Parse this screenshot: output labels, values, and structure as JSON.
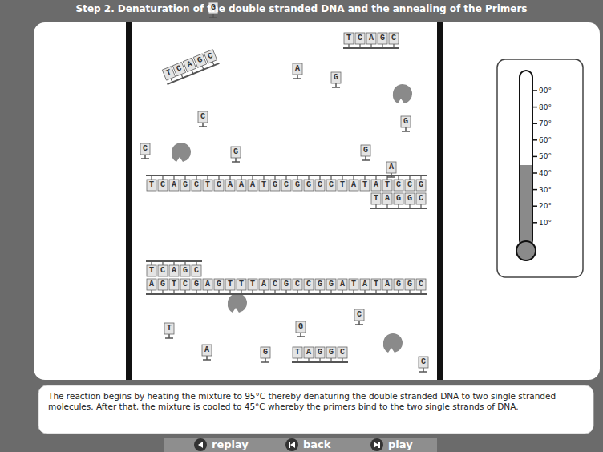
{
  "diagram": {
    "title": "Step 2. Denaturation of the double stranded DNA and the annealing of the Primers",
    "caption": "The reaction begins by heating the mixture to 95°C thereby denaturing the double stranded DNA to two single stranded molecules. After that, the mixture is cooled to 45°C whereby the primers bind to the two single strands of DNA.",
    "labels": [
      "90°",
      "80°",
      "70°",
      "60°",
      "50°",
      "40°",
      "30°",
      "20°",
      "10°",
      "TCAGCTCAAATGCGGCCTATATCCG",
      "TAGGC",
      "TCAGC",
      "AGTCGAGTTTACGCCGGATATAGGC",
      "TCAGC",
      "TCAGC",
      "TAGGC",
      "G",
      "A",
      "G",
      "C",
      "G",
      "C",
      "G",
      "G",
      "A",
      "T",
      "G",
      "C",
      "A",
      "G",
      "C",
      "replay",
      "back",
      "play"
    ]
  }
}
